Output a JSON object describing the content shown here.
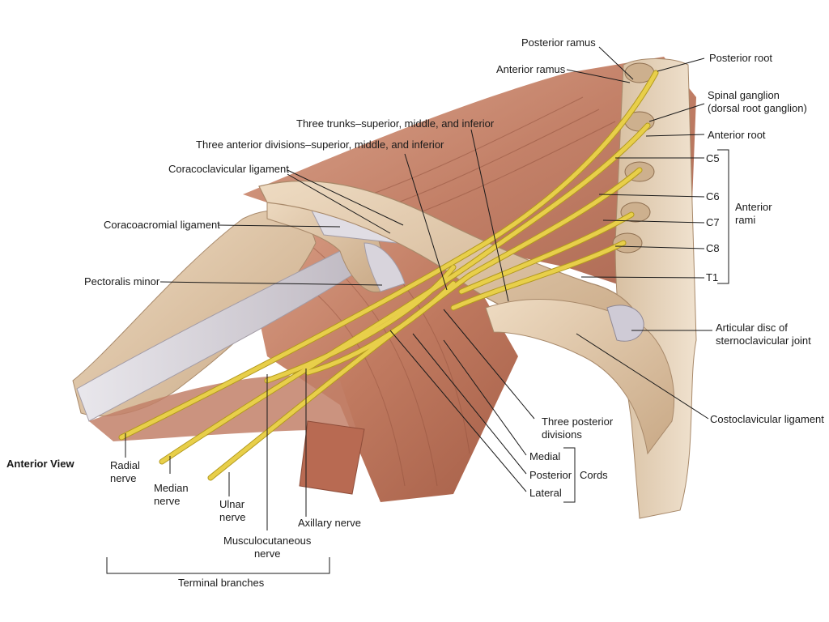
{
  "view_label": "Anterior View",
  "labels": {
    "posterior_ramus": "Posterior ramus",
    "anterior_ramus": "Anterior ramus",
    "posterior_root": "Posterior root",
    "spinal_ganglion": "Spinal ganglion\n(dorsal root ganglion)",
    "anterior_root": "Anterior root",
    "three_trunks": "Three trunks–superior, middle, and inferior",
    "three_anterior_divisions": "Three anterior divisions–superior, middle, and inferior",
    "coracoclavicular_ligament": "Coracoclavicular ligament",
    "coracoacromial_ligament": "Coracoacromial ligament",
    "pectoralis_minor": "Pectoralis minor",
    "c5": "C5",
    "c6": "C6",
    "c7": "C7",
    "c8": "C8",
    "t1": "T1",
    "anterior_rami": "Anterior\nrami",
    "articular_disc": "Articular disc of\nsternoclavicular joint",
    "costoclavicular_ligament": "Costoclavicular ligament",
    "three_posterior_divisions": "Three posterior\ndivisions",
    "medial": "Medial",
    "posterior": "Posterior",
    "lateral": "Lateral",
    "cords": "Cords",
    "radial_nerve": "Radial\nnerve",
    "median_nerve": "Median\nnerve",
    "ulnar_nerve": "Ulnar\nnerve",
    "axillary_nerve": "Axillary nerve",
    "musculocutaneous_nerve": "Musculocutaneous\nnerve",
    "terminal_branches": "Terminal branches"
  },
  "colors": {
    "nerve": "#e8cf4a",
    "nerve_edge": "#b39a1e",
    "muscle": "#c9876c",
    "muscle_dark": "#9e5a45",
    "bone": "#dcc3a4",
    "bone_edge": "#a8896a",
    "tendon": "#dcdadf",
    "leader": "#1a1a1a"
  }
}
